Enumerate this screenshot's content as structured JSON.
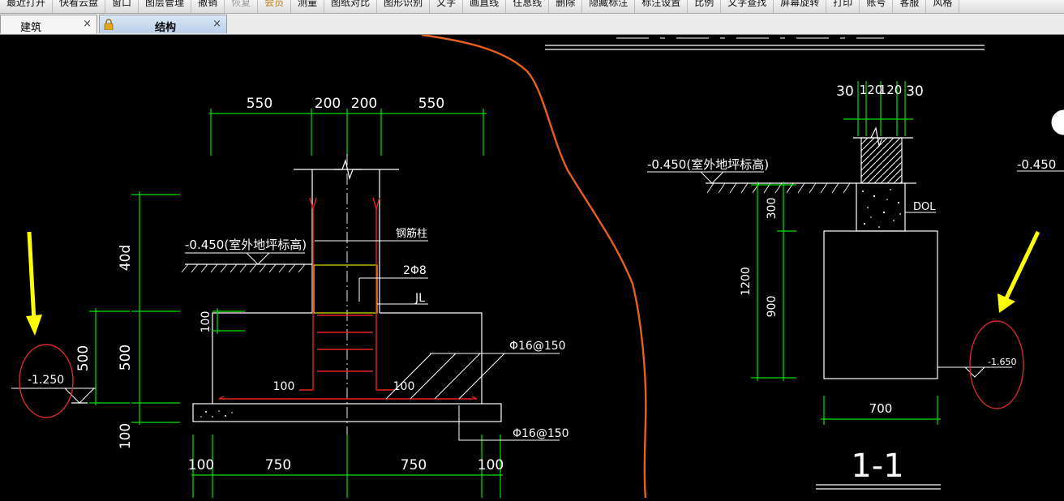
{
  "menu": {
    "items": [
      "最近打开",
      "快看云盘",
      "窗口",
      "图层管理",
      "撤销",
      "恢复",
      "会员",
      "测量",
      "图纸对比",
      "图形识别",
      "文字",
      "画直线",
      "住息线",
      "删除",
      "隐藏标注",
      "标注设置",
      "比例",
      "文字查找",
      "屏幕旋转",
      "打印",
      "账号",
      "客服",
      "风格"
    ]
  },
  "tabs": {
    "inactive_label": "建筑",
    "active_label": "结构",
    "close_glyph": "×"
  },
  "drawing": {
    "colors": {
      "dim": "#00e400",
      "rebar": "#e52222",
      "line": "#ffffff",
      "yellow": "#e6e600",
      "orange": "#e8601c",
      "circle": "#d32c2c",
      "arrow": "#ffff00"
    },
    "left": {
      "dim_top": [
        "550",
        "200",
        "200",
        "550"
      ],
      "dim_bottom": [
        "100",
        "750",
        "750",
        "100"
      ],
      "dim_vertical": [
        "40d",
        "500",
        "100",
        "500",
        "100"
      ],
      "ground_label": "-0.450(室外地坪标高)",
      "col_label": "钢筋柱",
      "stirrup_label": "2Φ8",
      "beam_label": "JL",
      "rebar_label_1": "Φ16@150",
      "rebar_label_2": "Φ16@150",
      "hook_left": "100",
      "hook_right": "100",
      "level_mark": "-1.250"
    },
    "right": {
      "dim_top": [
        "30",
        "120",
        "120",
        "30"
      ],
      "ground_label": "-0.450(室外地坪标高)",
      "ground_label_edge": "-0.450",
      "dol_label": "DOL",
      "dim_vertical": [
        "300",
        "1200",
        "900"
      ],
      "dim_bottom": "700",
      "level_mark": "-1.650",
      "section_label": "1-1"
    }
  }
}
